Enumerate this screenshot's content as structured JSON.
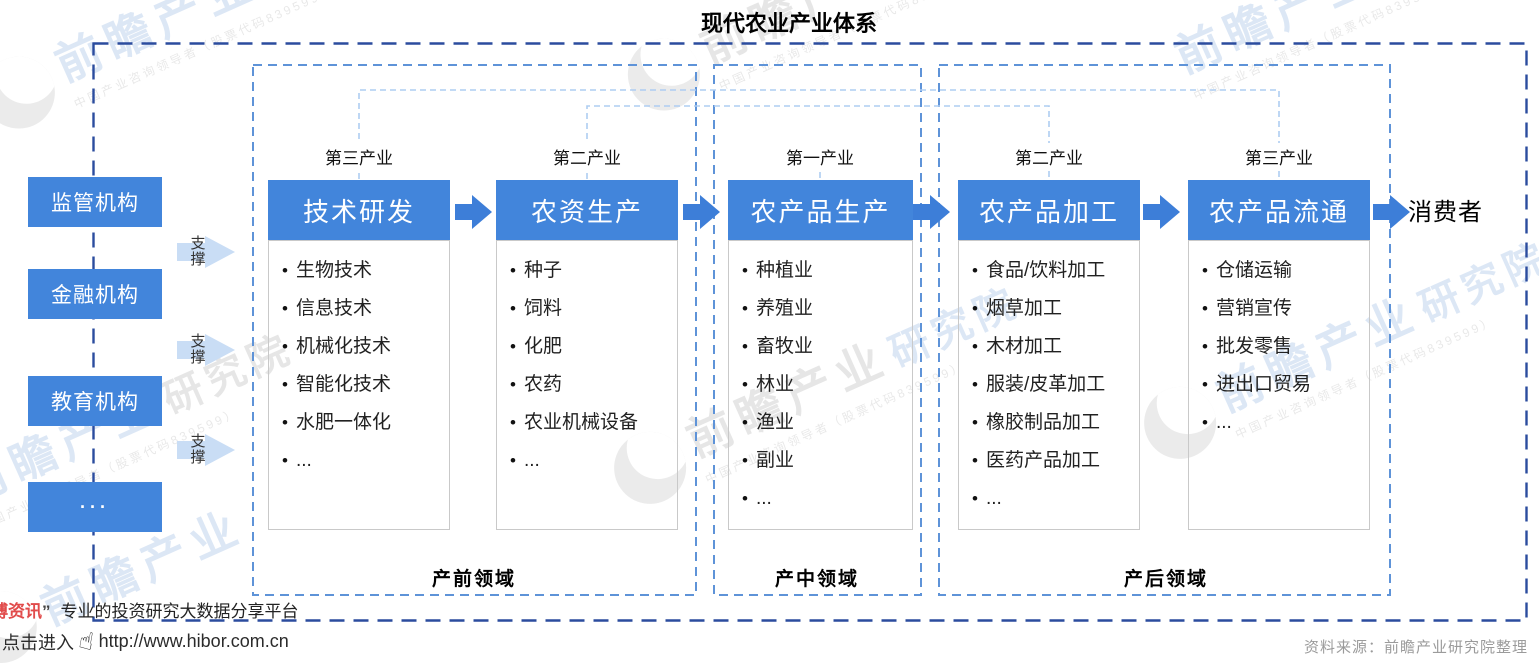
{
  "title": "现代农业产业体系",
  "support_orgs": [
    "监管机构",
    "金融机构",
    "教育机构",
    "···"
  ],
  "support_label": "支撑",
  "consumer_label": "消费者",
  "columns": [
    {
      "industry_label": "第三产业",
      "header": "技术研发",
      "items": [
        "生物技术",
        "信息技术",
        "机械化技术",
        "智能化技术",
        "水肥一体化",
        "..."
      ]
    },
    {
      "industry_label": "第二产业",
      "header": "农资生产",
      "items": [
        "种子",
        "饲料",
        "化肥",
        "农药",
        "农业机械设备",
        "..."
      ]
    },
    {
      "industry_label": "第一产业",
      "header": "农产品生产",
      "items": [
        "种植业",
        "养殖业",
        "畜牧业",
        "林业",
        "渔业",
        "副业",
        "..."
      ]
    },
    {
      "industry_label": "第二产业",
      "header": "农产品加工",
      "items": [
        "食品/饮料加工",
        "烟草加工",
        "木材加工",
        "服装/皮革加工",
        "橡胶制品加工",
        "医药产品加工",
        "..."
      ]
    },
    {
      "industry_label": "第三产业",
      "header": "农产品流通",
      "items": [
        "仓储运输",
        "营销宣传",
        "批发零售",
        "进出口贸易",
        "..."
      ]
    }
  ],
  "stage_labels": [
    "产前领域",
    "产中领域",
    "产后领域"
  ],
  "footer": {
    "red_text": "博资讯",
    "quote": "”",
    "line1": "专业的投资研究大数据分享平台",
    "line2_prefix": "点击进入",
    "line2_url": "http://www.hibor.com.cn",
    "source": "资料来源：前瞻产业研究院整理"
  },
  "watermark": {
    "brand": "前瞻产业",
    "suffix": "研究院",
    "tagline": "中国产业咨询领导者（股票代码839599）"
  },
  "colors": {
    "primary_blue": "#4285DB",
    "flow_arrow_blue": "#3D7ED8",
    "support_arrow_blue": "#C9DDF5",
    "outer_dash": "#2B4C9E",
    "inner_dash": "#5E93D8",
    "bracket_dash": "#AECDF2",
    "list_border": "#C9C9C9",
    "red_text": "#E14B4B",
    "source_gray": "#9B9B9B"
  }
}
